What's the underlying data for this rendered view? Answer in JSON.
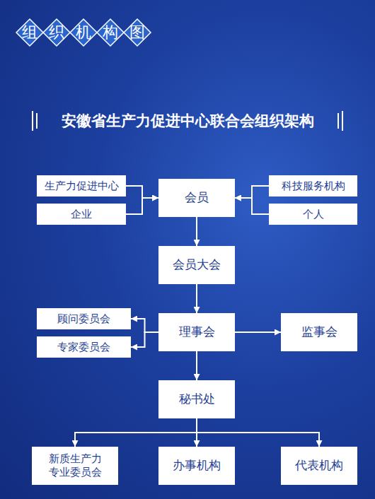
{
  "diagram": {
    "title": "安徽省生产力促进中心联合会组织架构",
    "nodes": [
      {
        "text": [
          "生产力促进中心"
        ]
      },
      {
        "text": [
          "会员"
        ]
      },
      {
        "text": [
          "科技服务机构"
        ]
      },
      {
        "text": [
          "企业"
        ]
      },
      {
        "text": [
          "个人"
        ]
      },
      {
        "text": [
          "会员大会"
        ]
      },
      {
        "text": [
          "顾问委员会"
        ]
      },
      {
        "text": [
          "理事会"
        ]
      },
      {
        "text": [
          "监事会"
        ]
      },
      {
        "text": [
          "专家委员会"
        ]
      },
      {
        "text": [
          "秘书处"
        ]
      },
      {
        "text": [
          "新质生产力 专业委员会"
        ]
      },
      {
        "text": [
          "办事机构"
        ]
      },
      {
        "text": [
          "代表机构"
        ]
      }
    ],
    "edges": [
      {
        "from": 0,
        "to": 1,
        "arrow": "to"
      },
      {
        "from": 3,
        "to": 1,
        "arrow": "to"
      },
      {
        "from": 2,
        "to": 1,
        "arrow": "to"
      },
      {
        "from": 4,
        "to": 1,
        "arrow": "to"
      },
      {
        "from": 1,
        "to": 5,
        "arrow": "to"
      },
      {
        "from": 5,
        "to": 7,
        "arrow": "to"
      },
      {
        "from": 7,
        "to": 6,
        "arrow": "to"
      },
      {
        "from": 7,
        "to": 9,
        "arrow": "to"
      },
      {
        "from": 7,
        "to": 8,
        "arrow": "to"
      },
      {
        "from": 7,
        "to": 10,
        "arrow": "to"
      },
      {
        "from": 10,
        "to": 11,
        "arrow": "to"
      },
      {
        "from": 10,
        "to": 12,
        "arrow": "to"
      },
      {
        "from": 10,
        "to": 13,
        "arrow": "to"
      }
    ],
    "labels": [
      "组织机构图"
    ]
  }
}
